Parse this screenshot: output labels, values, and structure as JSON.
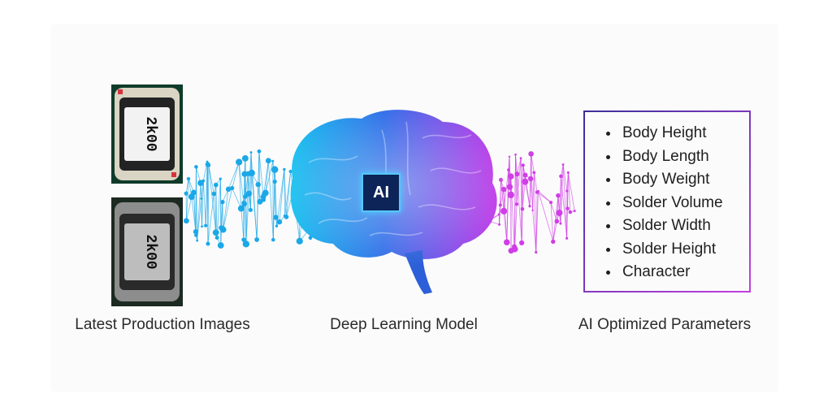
{
  "captions": {
    "left": "Latest Production Images",
    "center": "Deep Learning Model",
    "right": "AI Optimized Parameters"
  },
  "chip_label": "AI",
  "parameters": [
    "Body Height",
    "Body Length",
    "Body Weight",
    "Solder Volume",
    "Solder Width",
    "Solder Height",
    "Character"
  ],
  "component_marking": "2k00",
  "colors": {
    "left_network": "#1aa8e8",
    "right_network": "#d03ee6",
    "brain_left": "#1e7fe0",
    "brain_right": "#b23fe8",
    "box_border": "#5a3fcf"
  },
  "icons": [
    "brain-illustration",
    "ai-chip-icon",
    "resistor-photo"
  ]
}
